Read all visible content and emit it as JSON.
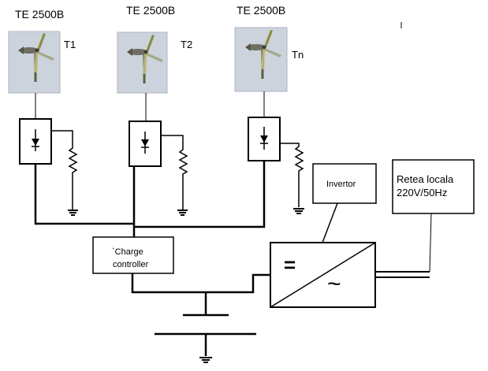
{
  "colors": {
    "line": "#000000",
    "turbine_panel": "#ccd3dd",
    "turbine_panel_border": "#aab4c2",
    "background": "#ffffff"
  },
  "turbines": [
    {
      "model": "TE 2500B",
      "tag": "T1",
      "icon": "wind-turbine-icon"
    },
    {
      "model": "TE 2500B",
      "tag": "T2",
      "icon": "wind-turbine-icon"
    },
    {
      "model": "TE 2500B",
      "tag": "Tn",
      "icon": "wind-turbine-icon"
    }
  ],
  "charge_controller": {
    "line1": "`Charge",
    "line2": "controller"
  },
  "inverter": {
    "label": "Invertor",
    "dc_symbol": "=",
    "ac_symbol": "~"
  },
  "grid": {
    "line1": "Retea locala",
    "line2": "220V/50Hz"
  },
  "icons": [
    "diode-icon",
    "resistor-icon",
    "ground-icon",
    "battery-icon"
  ]
}
